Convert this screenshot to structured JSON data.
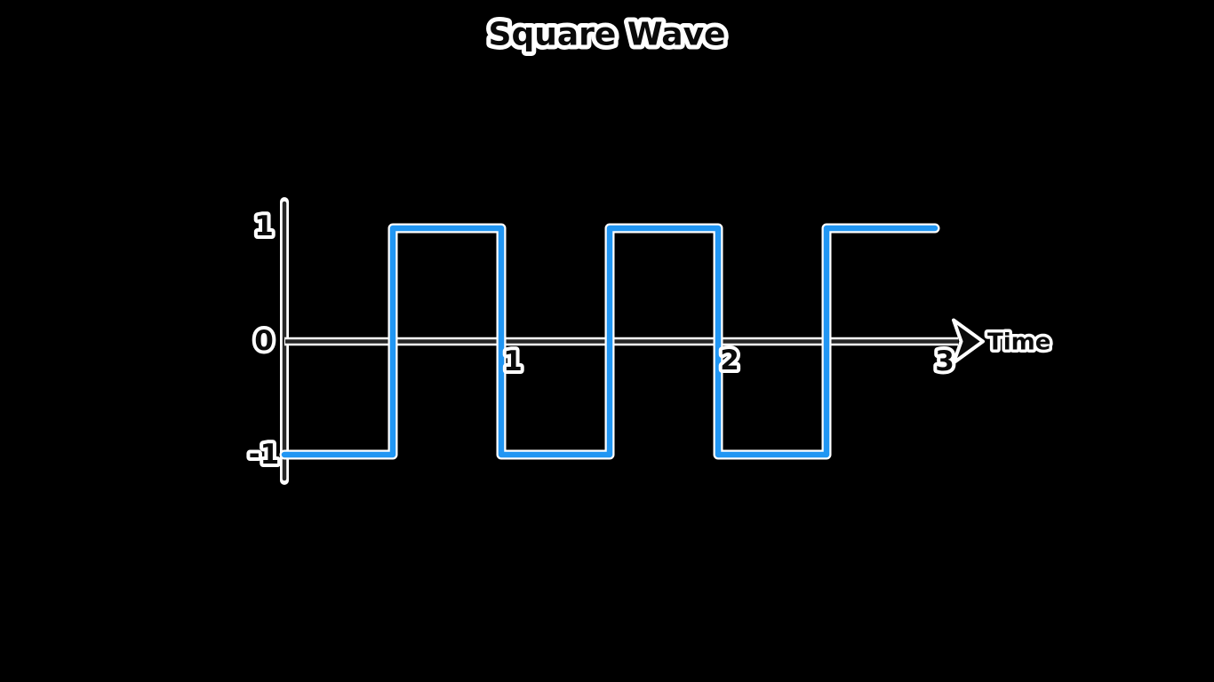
{
  "title": "Square Wave",
  "colors": {
    "background": "#000000",
    "wave": "#2196F3",
    "outline": "#FFFFFF",
    "axis_core": "#272727",
    "text_fill": "#0A0A0A"
  },
  "labels": {
    "title": "Square Wave",
    "x_axis_name": "Time",
    "y_ticks": [
      "1",
      "0",
      "-1"
    ],
    "x_ticks": [
      "1",
      "2",
      "3"
    ]
  },
  "chart_data": {
    "type": "line",
    "subtype": "square-wave",
    "title": "Square Wave",
    "xlabel": "Time",
    "ylabel": "",
    "x_tick_values": [
      1,
      2,
      3
    ],
    "y_tick_values": [
      1,
      0,
      -1
    ],
    "xlim": [
      0,
      3
    ],
    "ylim": [
      -1,
      1
    ],
    "amplitude": 1,
    "period": 1,
    "grid": false,
    "legend_position": "none",
    "points": [
      [
        0,
        -1
      ],
      [
        0.5,
        -1
      ],
      [
        0.5,
        1
      ],
      [
        1,
        1
      ],
      [
        1,
        -1
      ],
      [
        1.5,
        -1
      ],
      [
        1.5,
        1
      ],
      [
        2,
        1
      ],
      [
        2,
        -1
      ],
      [
        2.5,
        -1
      ],
      [
        2.5,
        1
      ],
      [
        3,
        1
      ]
    ]
  }
}
